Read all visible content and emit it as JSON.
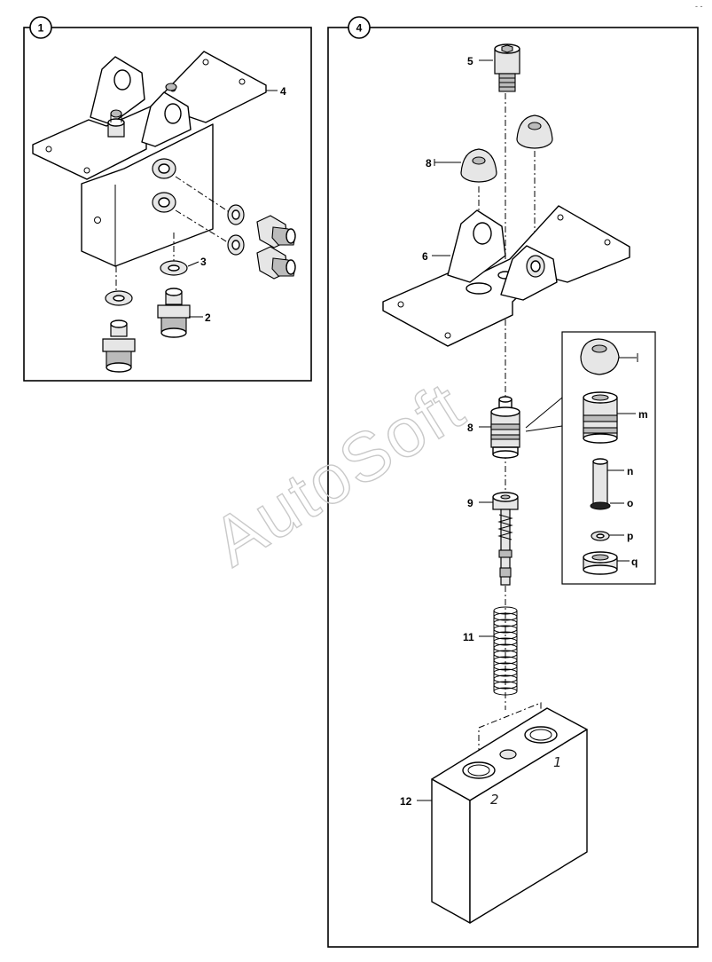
{
  "panels": [
    {
      "id": "panel-1",
      "badge": "1"
    },
    {
      "id": "panel-4",
      "badge": "4"
    }
  ],
  "callouts": {
    "p1_bracket": "4",
    "p1_fitting": "2",
    "p1_washer": "3",
    "p4_screw": "5",
    "p4_bracket": "6",
    "p4_cap": "8",
    "p4_valve": "8",
    "p4_seat": "9",
    "p4_spring": "11",
    "p4_block": "12"
  },
  "detail_callouts": {
    "cap": "I",
    "body": "m",
    "pin": "n",
    "oring": "o",
    "washer": "p",
    "ring": "q"
  },
  "port_marks": {
    "port_1": "1",
    "port_2": "2"
  },
  "watermark": "AutoSoft",
  "corner_mark": "- -"
}
